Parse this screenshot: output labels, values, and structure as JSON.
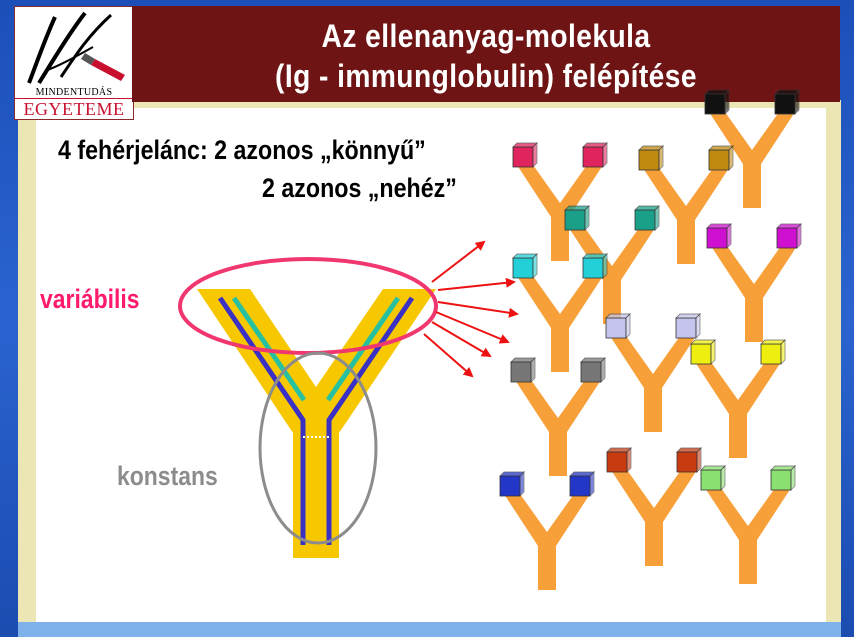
{
  "title": {
    "line1": "Az ellenanyag-molekula",
    "line2": "(Ig - immunglobulin) felépítése"
  },
  "logo": {
    "line1": "MINDENTUDÁS",
    "line2": "EGYETEME"
  },
  "labels": {
    "chains_line1": "4 fehérjelánc: 2 azonos „könnyű”",
    "chains_line2": "2 azonos „nehéz”",
    "variable": "variábilis",
    "constant": "konstans"
  },
  "colors": {
    "title_bg": "#6e1414",
    "antibody_body": "#f7c800",
    "heavy_chain": "#3b30c4",
    "light_chain": "#27c0a0",
    "variable_ellipse": "#f0386f",
    "constant_ellipse": "#8c8c8c",
    "arrows": "#ee1111",
    "small_antibody": "#f7a03a"
  },
  "antibodies": [
    {
      "color": "#111111"
    },
    {
      "color": "#e0245e"
    },
    {
      "color": "#c08a10"
    },
    {
      "color": "#1aa088"
    },
    {
      "color": "#d010d0"
    },
    {
      "color": "#24d0d8"
    },
    {
      "color": "#c4c4ec"
    },
    {
      "color": "#eeee10"
    },
    {
      "color": "#777777"
    },
    {
      "color": "#c83a10"
    },
    {
      "color": "#2236c8"
    },
    {
      "color": "#8ae070"
    }
  ]
}
